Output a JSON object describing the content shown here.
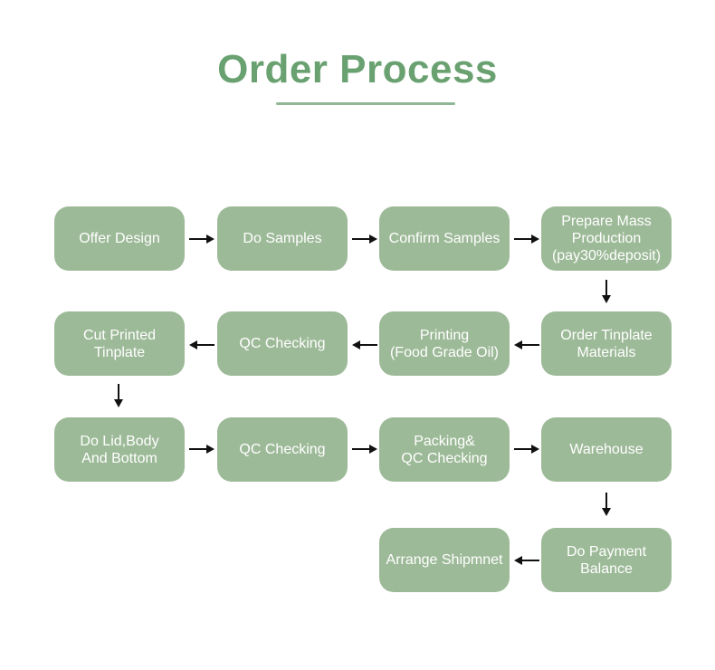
{
  "title": "Order Process",
  "steps": {
    "offer_design": "Offer Design",
    "do_samples": "Do Samples",
    "confirm_samples": "Confirm Samples",
    "prepare_mass_production": "Prepare Mass\nProduction\n(pay30%deposit)",
    "order_tinplate_materials": "Order Tinplate\nMaterials",
    "printing": "Printing\n(Food Grade Oil)",
    "qc_checking_1": "QC Checking",
    "cut_printed_tinplate": "Cut Printed\nTinplate",
    "do_lid_body_bottom": "Do Lid,Body\nAnd Bottom",
    "qc_checking_2": "QC Checking",
    "packing_qc_checking": "Packing&\nQC Checking",
    "warehouse": "Warehouse",
    "do_payment_balance": "Do Payment\nBalance",
    "arrange_shipment": "Arrange Shipmnet"
  },
  "colors": {
    "title": "#6aa171",
    "box_fill": "#9dba98",
    "box_text": "#ffffff",
    "arrow": "#111111"
  }
}
